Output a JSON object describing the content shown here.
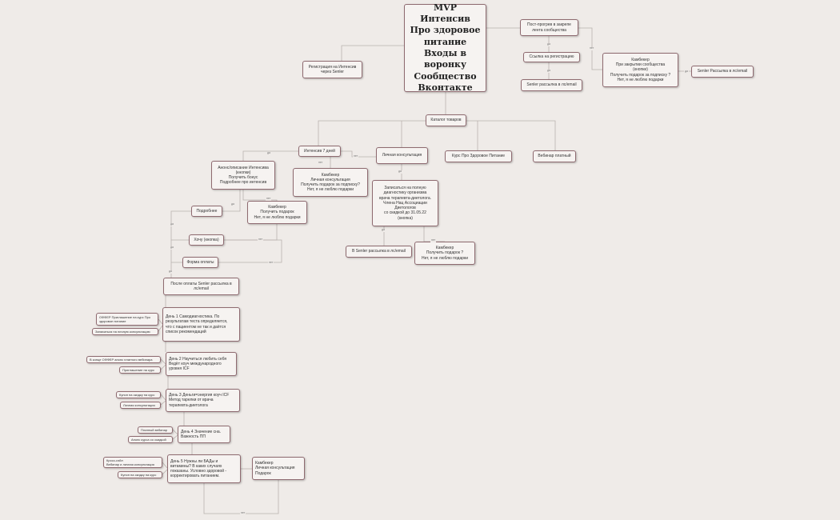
{
  "nodes": {
    "root": "MVP Интенсив\nПро здоровое\nпитание\nВходы в\nворонку\nСообщество\nВконтакте",
    "post": "Пост-прогрев в закрепе\nлента сообщества",
    "link": "Ссылка на регистрацию",
    "senler_post": "Senler рассылка в лс/email",
    "cb_close": "Камбекер\nПри закрытии сообщества\n(кнопки)\nПолучить подарок за подписку ?\nНет, я не люблю подарки",
    "senler_right": "Senler Рассылка в лс/email",
    "reg": "Регистрация на Интенсив\nчерез Senler",
    "catalog": "Каталог товаров",
    "int7": "Интенсив 7 дней",
    "personal": "Личная консультация",
    "course": "Курс Про Здоровое Питание",
    "webinar": "Вебинар платный",
    "anons": "Анонс/описание Интенсива\n(кнопки)\nПолучить бонус\nПодробнее про интенсив",
    "cb_personal": "Камбекер\nЛичная консультация\nПолучить подарок за подписку?\nНет, я не люблю подарки",
    "diag": "Записаться на полную\nдиагностику организма\nврача терапевта-диетолога.\nЧлена Нац Ассоциации\nДиетологов\nсо скидкой до 31.05.22\n(кнопка)",
    "more": "Подробнее",
    "cb_gift": "Камбекер\nПолучить подарок\nНет, я не люблю подарки",
    "want": "Хочу (кнопка)",
    "pay": "Форма оплаты",
    "senler_b": "В Senler рассылка в лс/email",
    "cb_b": "Камбекер\nПолучить подарок ?\nНет, я не люблю подарки",
    "after_pay": "После оплаты Senler рассылка в\nлс/email",
    "day1": "День 1 Самодиагностика. По\nрезультатам теста определяется,\nчто с пациентом не так и даётся\nсписок рекомендаций",
    "day2": "День 2 Научиться любить себя\nВедёт коуч международного\nуровня ICF",
    "day3": "День 3 Деньги=энергия коуч ICF\nМетод тарелки от врача\nтерапевта-диетолога",
    "day4": "День 4 Значение сна.\nВажность ПП",
    "day5": "День 5 Нужны ли БАДы и\nвитамины? В каких случаях\nпоказаны. Условно здоровой -\nкорректировать питанием.",
    "cb_final": "Камбекер\nЛичная консультация\nПодарок",
    "s1a": "ОФФЕР Приглашение на курс Про\nздоровое питание",
    "s1b": "Записаться на личную консультацию",
    "s2a": "В конце ОФФЕР анонс платного вебинара",
    "s2b": "Приглашение на курс",
    "s3a": "Купон на скидку на курс",
    "s3b": "Личная консультация",
    "s4a": "Платный вебинар",
    "s4b": "Анонс курса со скидкой",
    "s5a": "Кросс-сэйл\nВебинар и личная консультация",
    "s5b": "Купон на скидку на курс"
  },
  "labels": {
    "yes": "да",
    "no": "нет"
  }
}
